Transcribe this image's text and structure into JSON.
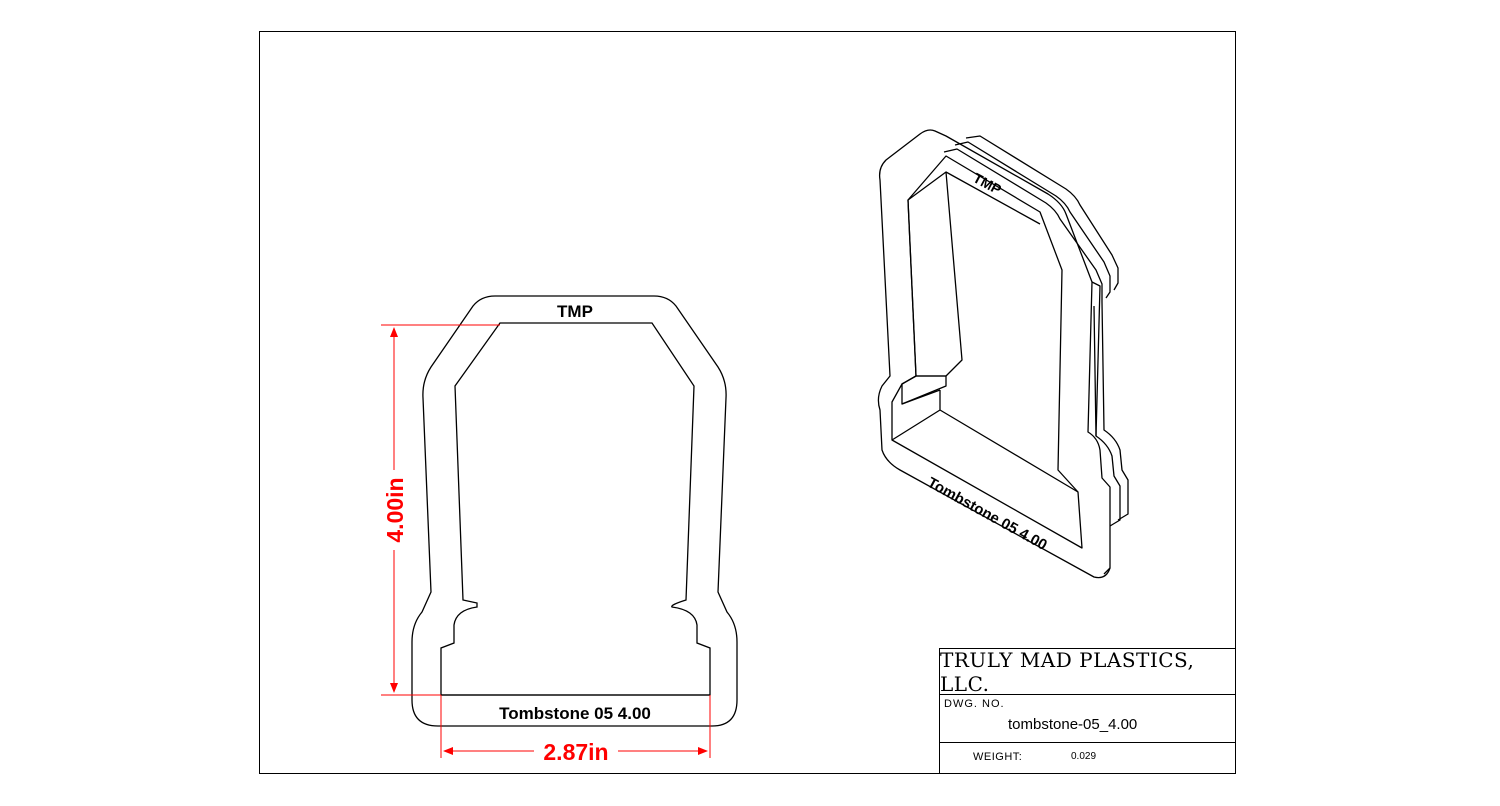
{
  "drawing": {
    "front_view": {
      "top_label": "TMP",
      "bottom_label": "Tombstone 05  4.00",
      "height_dimension": "4.00in",
      "width_dimension": "2.87in"
    },
    "iso_view": {
      "top_label": "TMP",
      "bottom_label": "Tombstone 05  4.00"
    },
    "dimension_color": "#ff0000",
    "line_color": "#000000"
  },
  "title_block": {
    "company": "TRULY MAD PLASTICS, LLC.",
    "dwg_no_label": "DWG. NO.",
    "dwg_no_value": "tombstone-05_4.00",
    "weight_label": "WEIGHT:",
    "weight_value": "0.029"
  }
}
